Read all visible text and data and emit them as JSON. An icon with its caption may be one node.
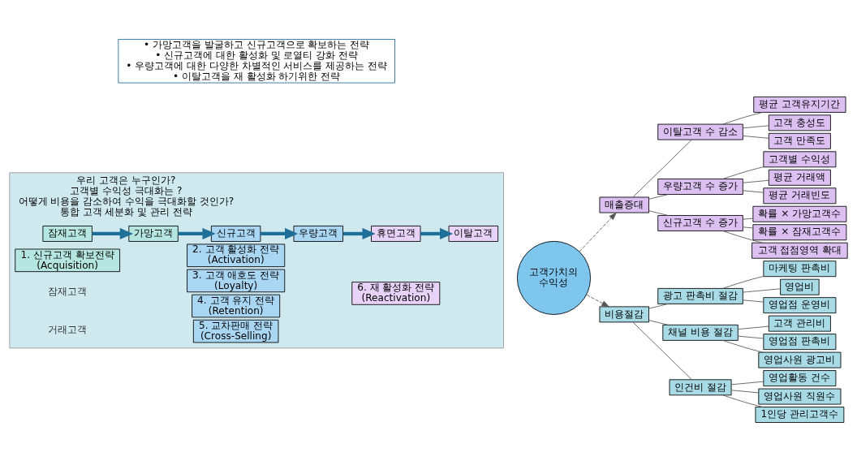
{
  "diagram": {
    "nodes": [
      {
        "text": [
          "• 가망고객을 발굴하고 신규고객으로 확보하는 전략",
          "• 신규고객에 대한 활성화 및 로열티 강화 전략",
          "• 우량고객에 대한 다양한 차별적인 서비스를 제공하는 전략",
          "• 이탈고객을 재 활성화 하기위한 전략"
        ]
      },
      {
        "text": [
          "우리 고객은 누구인가?",
          "고객별 수익성 극대화는 ?",
          "어떻게 비용을 감소하여 수익을 극대화할 것인가?",
          "통합 고객 세분화 및 관리 전략"
        ]
      },
      {
        "text": [
          "잠재고객"
        ],
        "in": 1
      },
      {
        "text": [
          "가망고객"
        ],
        "in": 1
      },
      {
        "text": [
          "신규고객"
        ],
        "in": 1
      },
      {
        "text": [
          "우량고객"
        ],
        "in": 1
      },
      {
        "text": [
          "휴면고객"
        ],
        "in": 1
      },
      {
        "text": [
          "이탈고객"
        ],
        "in": 1
      },
      {
        "text": [
          "1. 신규고객 확보전략 (Acquisition)"
        ],
        "in": 1
      },
      {
        "text": [
          "2. 고객 활성화 전략 (Activation)"
        ],
        "in": 1
      },
      {
        "text": [
          "3. 고객 애호도 전략 (Loyalty)"
        ],
        "in": 1
      },
      {
        "text": [
          "4. 고객 유지 전략 (Retention)"
        ],
        "in": 1
      },
      {
        "text": [
          "5. 교차판매 전략 (Cross-Selling)"
        ],
        "in": 1
      },
      {
        "text": [
          "6. 재 활성화 전략 (Reactivation)"
        ],
        "in": 1
      },
      {
        "text": [
          "고객가치의 수익성"
        ]
      },
      {
        "text": [
          "매출증대"
        ]
      },
      {
        "text": [
          "이탈고객 수 감소"
        ]
      },
      {
        "text": [
          "평균 고객유지기간"
        ]
      },
      {
        "text": [
          "고객 충성도"
        ]
      },
      {
        "text": [
          "고객 만족도"
        ]
      },
      {
        "text": [
          "우량고객 수 증가"
        ]
      },
      {
        "text": [
          "고객별 수익성"
        ]
      },
      {
        "text": [
          "평균 거래액"
        ]
      },
      {
        "text": [
          "평균 거래빈도"
        ]
      },
      {
        "text": [
          "신규고객 수 증가"
        ]
      },
      {
        "text": [
          "확률 × 가망고객수"
        ]
      },
      {
        "text": [
          "확률 × 잠재고객수"
        ]
      },
      {
        "text": [
          "고객 접점영역 확대"
        ]
      },
      {
        "text": [
          "비용절감"
        ]
      },
      {
        "text": [
          "광고 판촉비 절감"
        ]
      },
      {
        "text": [
          "마케팅 판촉비"
        ]
      },
      {
        "text": [
          "영업비"
        ]
      },
      {
        "text": [
          "영업점 운영비"
        ]
      },
      {
        "text": [
          "채널 비용 절감"
        ]
      },
      {
        "text": [
          "고객 관리비"
        ]
      },
      {
        "text": [
          "영업점 판촉비"
        ]
      },
      {
        "text": [
          "영업사원 광고비"
        ]
      },
      {
        "text": [
          "인건비 절감"
        ]
      },
      {
        "text": [
          "영업활동 건수"
        ]
      },
      {
        "text": [
          "영업사원 직원수"
        ]
      },
      {
        "text": [
          "1인당 관리고객수"
        ]
      }
    ],
    "edges": [
      {
        "from": 2,
        "to": 3,
        "arrow": "to",
        "style": "thick"
      },
      {
        "from": 3,
        "to": 4,
        "arrow": "to",
        "style": "thick"
      },
      {
        "from": 4,
        "to": 5,
        "arrow": "to",
        "style": "thick"
      },
      {
        "from": 5,
        "to": 6,
        "arrow": "to",
        "style": "thick"
      },
      {
        "from": 6,
        "to": 7,
        "arrow": "to",
        "style": "thick"
      },
      {
        "from": 14,
        "to": 15,
        "arrow": "to",
        "style": "dashed"
      },
      {
        "from": 14,
        "to": 28,
        "arrow": "to",
        "style": "dashed"
      },
      {
        "from": 15,
        "to": 16,
        "arrow": "none"
      },
      {
        "from": 15,
        "to": 20,
        "arrow": "none"
      },
      {
        "from": 15,
        "to": 24,
        "arrow": "none"
      },
      {
        "from": 16,
        "to": 17,
        "arrow": "none"
      },
      {
        "from": 16,
        "to": 18,
        "arrow": "none"
      },
      {
        "from": 16,
        "to": 19,
        "arrow": "none"
      },
      {
        "from": 20,
        "to": 21,
        "arrow": "none"
      },
      {
        "from": 20,
        "to": 22,
        "arrow": "none"
      },
      {
        "from": 20,
        "to": 23,
        "arrow": "none"
      },
      {
        "from": 24,
        "to": 25,
        "arrow": "none"
      },
      {
        "from": 24,
        "to": 26,
        "arrow": "none"
      },
      {
        "from": 24,
        "to": 27,
        "arrow": "none"
      },
      {
        "from": 28,
        "to": 29,
        "arrow": "none"
      },
      {
        "from": 28,
        "to": 33,
        "arrow": "none"
      },
      {
        "from": 28,
        "to": 37,
        "arrow": "none"
      },
      {
        "from": 29,
        "to": 30,
        "arrow": "none"
      },
      {
        "from": 29,
        "to": 31,
        "arrow": "none"
      },
      {
        "from": 29,
        "to": 32,
        "arrow": "none"
      },
      {
        "from": 33,
        "to": 34,
        "arrow": "none"
      },
      {
        "from": 33,
        "to": 35,
        "arrow": "none"
      },
      {
        "from": 33,
        "to": 36,
        "arrow": "none"
      },
      {
        "from": 37,
        "to": 38,
        "arrow": "none"
      },
      {
        "from": 37,
        "to": 39,
        "arrow": "none"
      },
      {
        "from": 37,
        "to": 40,
        "arrow": "none"
      }
    ],
    "labels": [
      "잠재고객",
      "거래고객"
    ]
  }
}
